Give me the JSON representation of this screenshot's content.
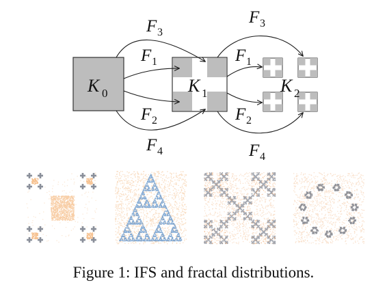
{
  "diagram": {
    "nodes": [
      {
        "id": "k0",
        "letter": "K",
        "sub": "0"
      },
      {
        "id": "k1",
        "letter": "K",
        "sub": "1"
      },
      {
        "id": "k2",
        "letter": "K",
        "sub": "2"
      }
    ],
    "maps": [
      {
        "letter": "F",
        "sub": "1"
      },
      {
        "letter": "F",
        "sub": "2"
      },
      {
        "letter": "F",
        "sub": "3"
      },
      {
        "letter": "F",
        "sub": "4"
      }
    ],
    "colors": {
      "node_fill": "#bdbdbd",
      "edge": "#1a1a1a",
      "tile_fill": "#ffffff"
    }
  },
  "panels": [
    {
      "id": "carpet",
      "description_colors": [
        "#f2a55c",
        "#8a8f9a"
      ]
    },
    {
      "id": "sierpinski",
      "description_colors": [
        "#f4c08e",
        "#5b8fc7"
      ]
    },
    {
      "id": "diagonal",
      "description_colors": [
        "#f4c7a0",
        "#8a8f9a"
      ]
    },
    {
      "id": "flower",
      "description_colors": [
        "#f4c7a0",
        "#7d7f87"
      ]
    }
  ],
  "caption": "Figure 1: IFS and fractal distributions."
}
